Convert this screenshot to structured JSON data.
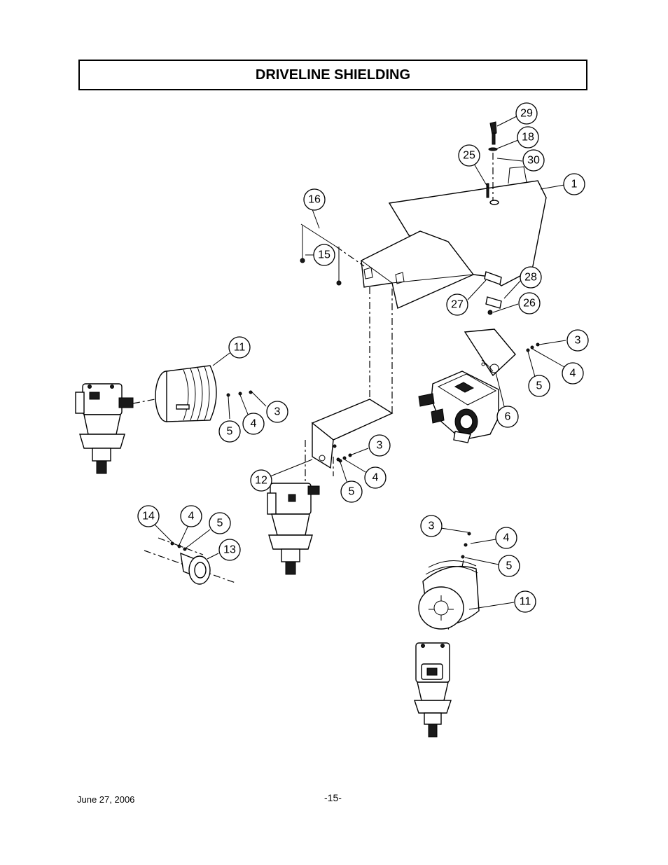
{
  "header": {
    "title": "DRIVELINE SHIELDING"
  },
  "footer": {
    "date": "June 27, 2006",
    "page": "-15-"
  },
  "callouts": {
    "c29": "29",
    "c18": "18",
    "c30": "30",
    "c25": "25",
    "c1": "1",
    "c16": "16",
    "c15": "15",
    "c28": "28",
    "c27": "27",
    "c26": "26",
    "c11a": "11",
    "c3a": "3",
    "c4a": "4",
    "c5a": "5",
    "c3b": "3",
    "c4b": "4",
    "c5b": "5",
    "c6": "6",
    "c3c": "3",
    "c4c": "4",
    "c5c": "5",
    "c12": "12",
    "c14": "14",
    "c4d": "4",
    "c5d": "5",
    "c13": "13",
    "c3d": "3",
    "c4e": "4",
    "c5e": "5",
    "c11b": "11"
  }
}
